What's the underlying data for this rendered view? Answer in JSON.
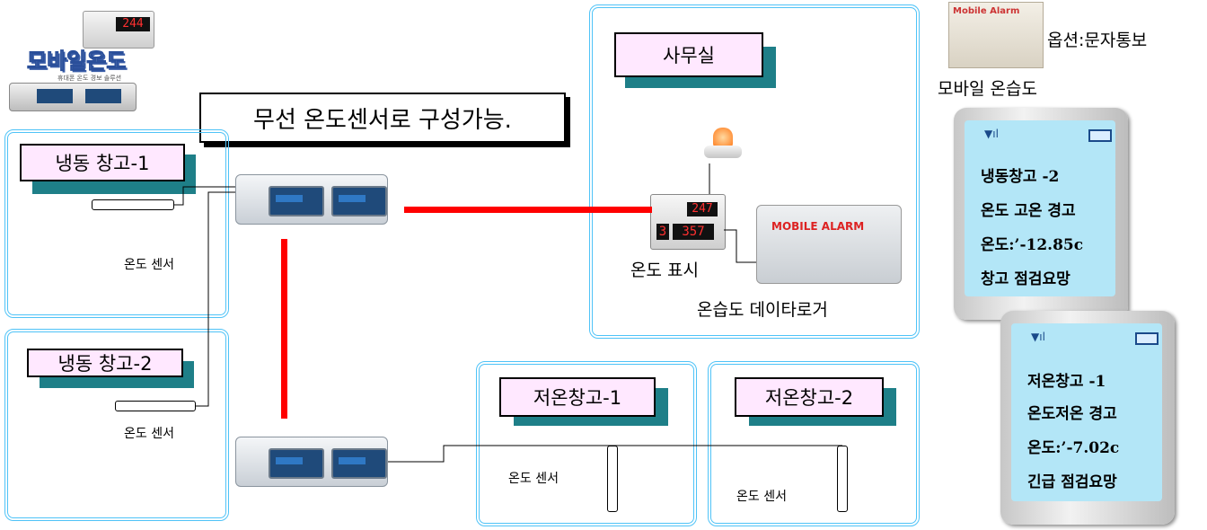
{
  "logo": {
    "title": "모바일온도",
    "subtitle": "휴대폰 온도 경보 솔루션",
    "display_value": "244"
  },
  "banner": {
    "text": "무선 온도센서로 구성가능."
  },
  "zones": {
    "freezer1": {
      "label": "냉동 창고-1",
      "sensor_label": "온도 센서"
    },
    "freezer2": {
      "label": "냉동 창고-2",
      "sensor_label": "온도 센서"
    },
    "office": {
      "label": "사무실",
      "display_label": "온도 표시",
      "logger_label": "온습도 데이타로거",
      "device_text": "MOBILE ALARM",
      "display_top": "247",
      "display_left": "3",
      "display_right": "357"
    },
    "cold1": {
      "label": "저온창고-1",
      "sensor_label": "온도 센서"
    },
    "cold2": {
      "label": "저온창고-2",
      "sensor_label": "온도 센서"
    }
  },
  "option": {
    "device_text": "Mobile Alarm",
    "label": "옵션:문자통보",
    "sublabel": "모바일 온습도"
  },
  "phones": [
    {
      "lines": [
        "냉동창고 -2",
        "온도 고온 경고",
        "온도:’-12.85c",
        "창고 점검요망"
      ]
    },
    {
      "lines": [
        "저온창고 -1",
        "온도저온 경고",
        "온도:’-7.02c",
        "긴급 점검요망"
      ]
    }
  ],
  "colors": {
    "zone_border": "#4fc3f7",
    "label_bg": "#ffe8ff",
    "label_shadow": "#1e7f88",
    "link_line": "#ff0000",
    "phone_screen": "#b3e6f7"
  }
}
